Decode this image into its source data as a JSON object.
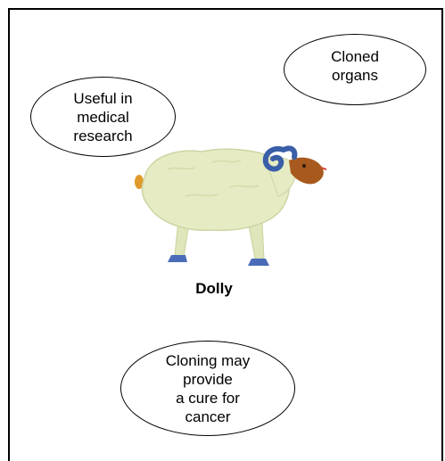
{
  "diagram": {
    "center_label": "Dolly",
    "bubbles": {
      "medical": "Useful in\nmedical\nresearch",
      "organs": "Cloned\norgans",
      "cancer": "Cloning may\nprovide\na cure for\ncancer"
    },
    "sheep_icon": "sheep-illustration",
    "colors": {
      "fleece": "#e6ebc3",
      "horn": "#3a5ea8",
      "face": "#a85a1e",
      "hoof": "#4a6cb8",
      "tail": "#e09a2a"
    }
  }
}
